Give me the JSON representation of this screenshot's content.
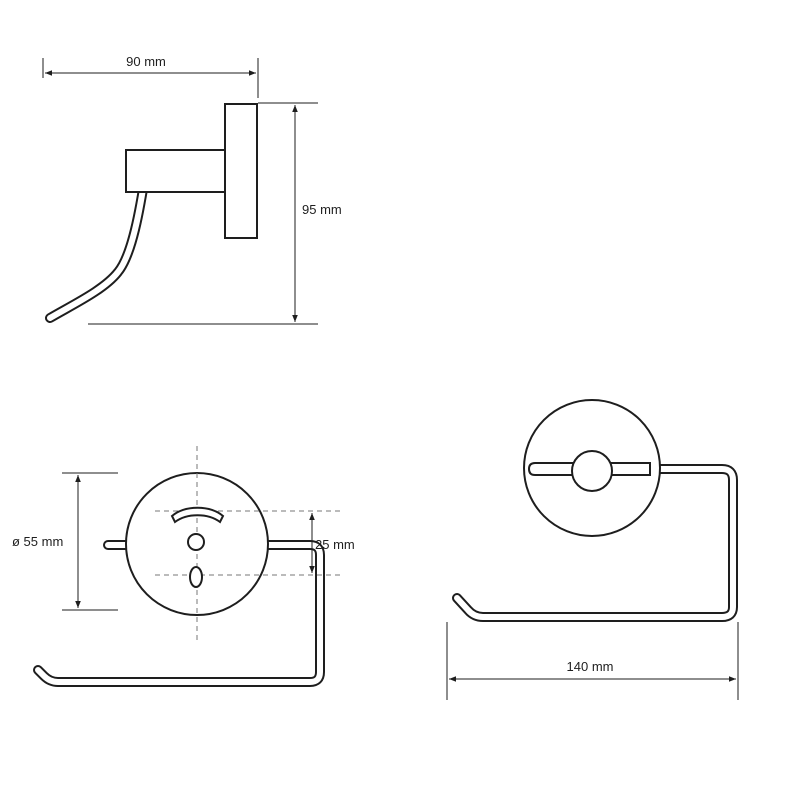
{
  "dimensions": {
    "side_width": "90 mm",
    "side_height": "95 mm",
    "rosette_diameter": "ø 55 mm",
    "hole_spacing": "25 mm",
    "front_width": "140 mm"
  },
  "colors": {
    "line": "#1e1e1e",
    "dash": "#777777",
    "background": "#ffffff"
  }
}
